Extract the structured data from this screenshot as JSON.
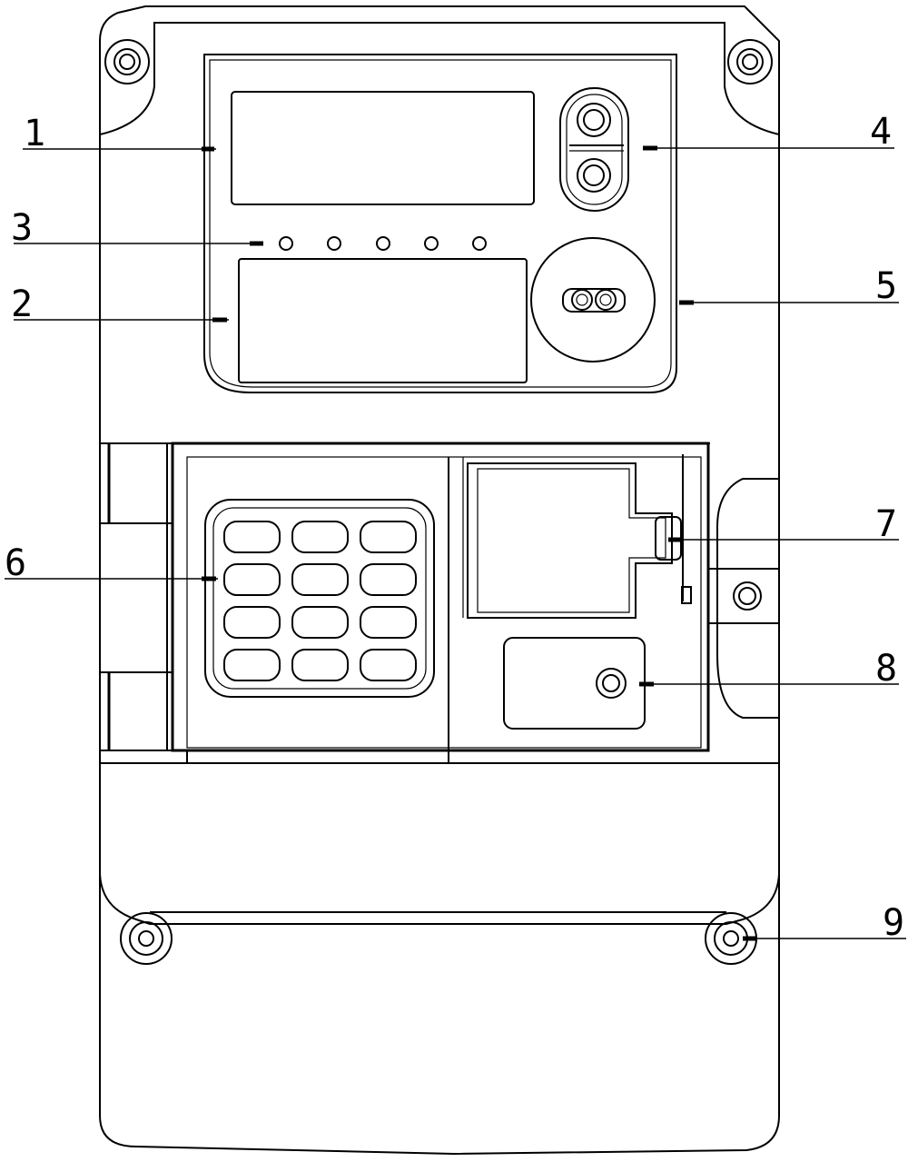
{
  "diagram": {
    "line_color": "#000000",
    "background": "#ffffff",
    "callouts": [
      {
        "id": "1",
        "label": "1"
      },
      {
        "id": "2",
        "label": "2"
      },
      {
        "id": "3",
        "label": "3"
      },
      {
        "id": "4",
        "label": "4"
      },
      {
        "id": "5",
        "label": "5"
      },
      {
        "id": "6",
        "label": "6"
      },
      {
        "id": "7",
        "label": "7"
      },
      {
        "id": "8",
        "label": "8"
      },
      {
        "id": "9",
        "label": "9"
      }
    ],
    "indicator_count": 5,
    "keypad": {
      "rows": 4,
      "cols": 3
    }
  }
}
